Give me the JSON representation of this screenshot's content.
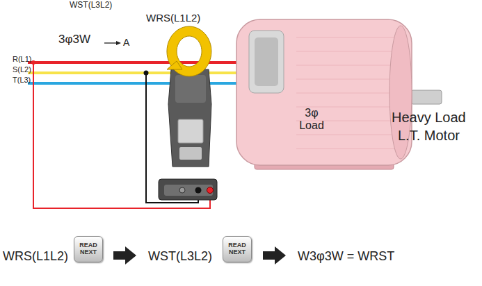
{
  "diagram": {
    "nodes": [
      {
        "text": [
          "3φ Load"
        ]
      },
      {
        "text": [
          "READ NEXT"
        ]
      },
      {
        "text": [
          "READ NEXT"
        ]
      }
    ],
    "labels": [
      "WST(L3L2)",
      "WRS(L1L2)",
      "3φ3W",
      "A",
      "R(L1)",
      "S(L2)",
      "T(L3)",
      "Heavy Load",
      "L.T. Motor",
      "WRS(L1L2)",
      "WST(L3L2)",
      "W3φ3W = WRST"
    ]
  }
}
